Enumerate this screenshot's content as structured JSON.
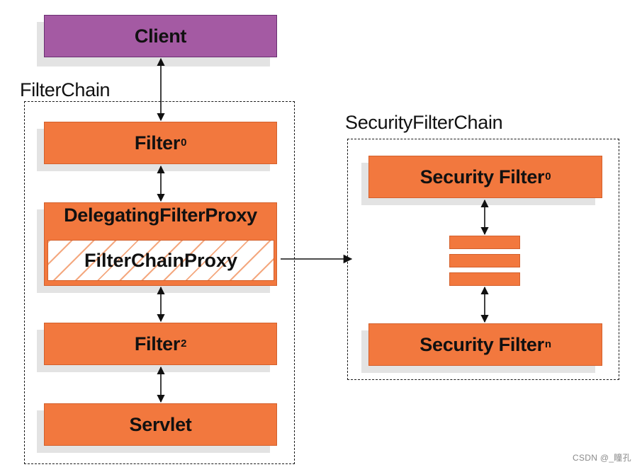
{
  "client": {
    "label": "Client"
  },
  "filter_chain": {
    "title": "FilterChain",
    "filter0": {
      "label": "Filter",
      "sub": "0"
    },
    "delegating": {
      "label": "DelegatingFilterProxy",
      "inner": "FilterChainProxy"
    },
    "filter2": {
      "label": "Filter",
      "sub": "2"
    },
    "servlet": {
      "label": "Servlet"
    }
  },
  "security_filter_chain": {
    "title": "SecurityFilterChain",
    "filter0": {
      "label": "Security Filter",
      "sub": "0"
    },
    "filtern": {
      "label": "Security Filter",
      "sub": "n"
    }
  },
  "watermark": "CSDN @_瞳孔",
  "colors": {
    "filter": "#f2783e",
    "client": "#a45aa3",
    "hatch": "#f4a87f"
  }
}
